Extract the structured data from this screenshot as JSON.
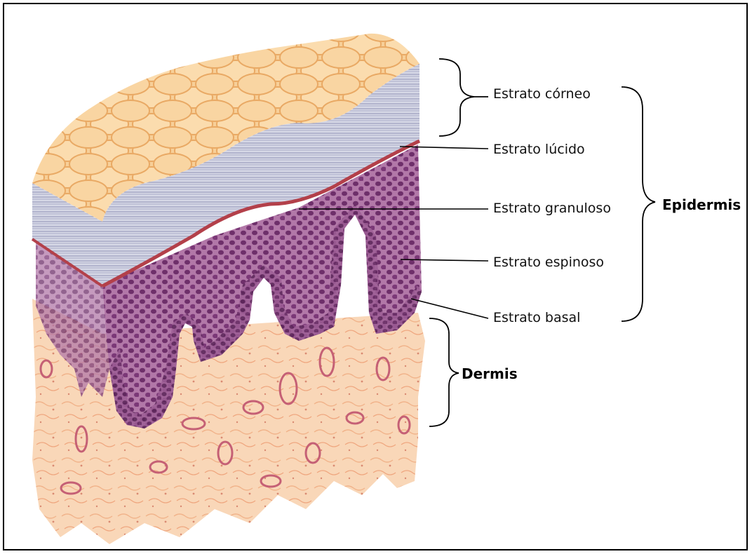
{
  "labels": {
    "corneo": "Estrato córneo",
    "lucido": "Estrato lúcido",
    "granuloso": "Estrato granuloso",
    "espinoso": "Estrato espinoso",
    "basal": "Estrato basal"
  },
  "groups": {
    "epidermis": "Epidermis",
    "dermis": "Dermis"
  },
  "colors": {
    "corneum_surface": "#f6c98f",
    "corneum_side": "#c9cbdc",
    "lucidum": "#b0404e",
    "epidermis_cells": "#8a4a86",
    "dermis": "#f9d4b4",
    "vessels": "#c56075"
  }
}
